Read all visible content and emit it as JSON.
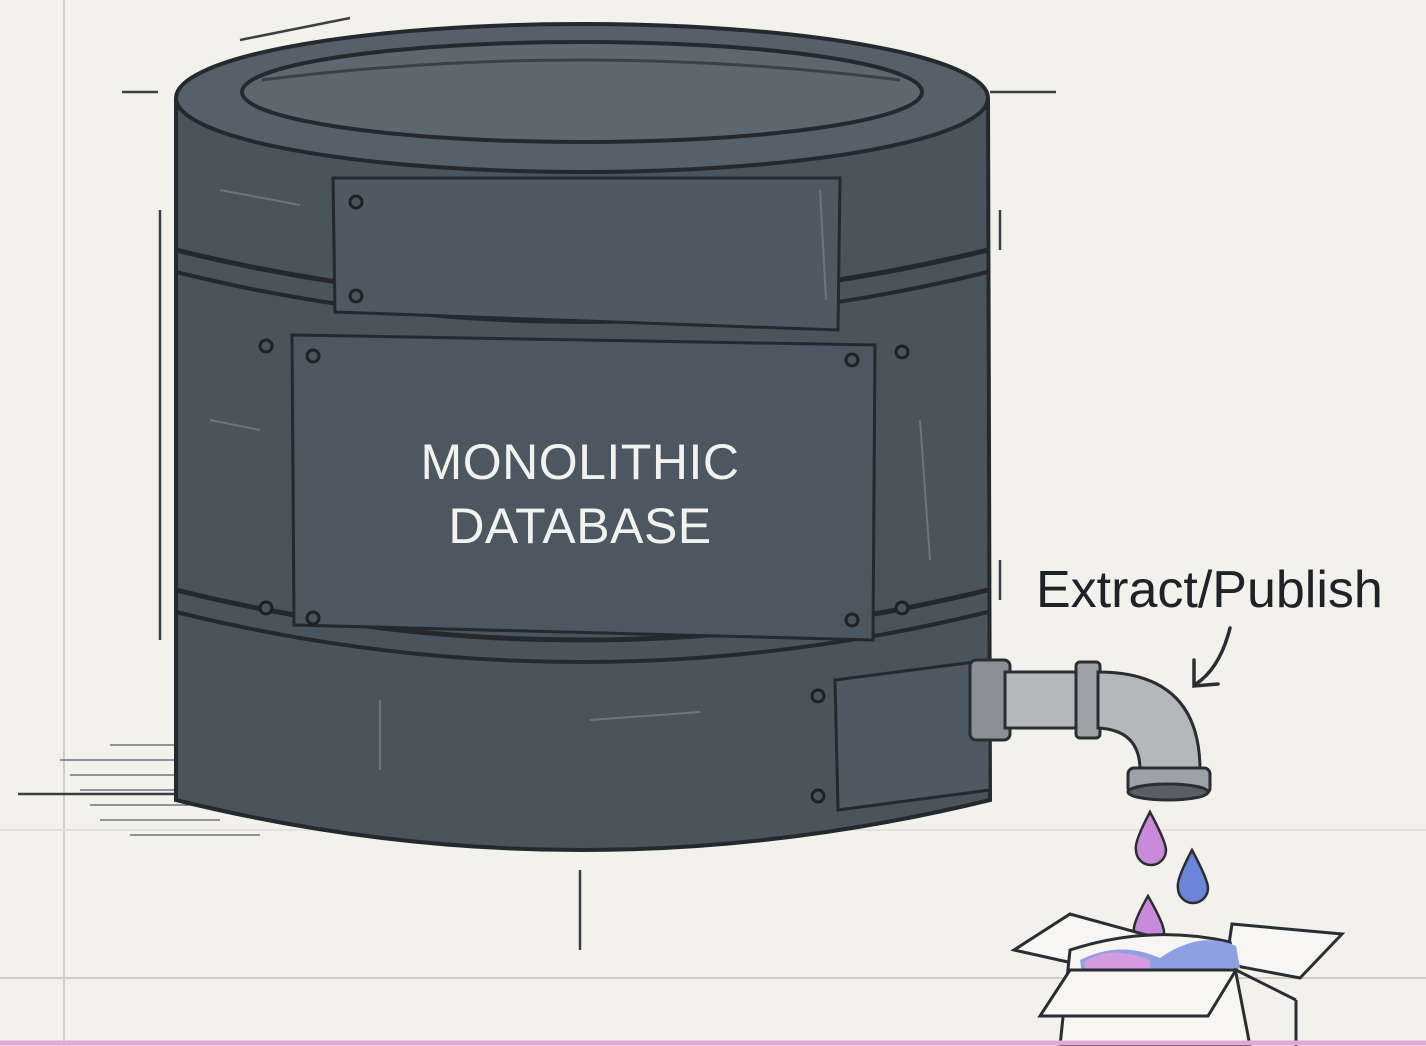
{
  "diagram": {
    "database_label_line1": "MONOLITHIC",
    "database_label_line2": "DATABASE",
    "action_label": "Extract/Publish"
  },
  "colors": {
    "background": "#f2f1ec",
    "barrel_body": "#4a545d",
    "barrel_outline": "#24292e",
    "pipe": "#a9adb0",
    "drop_pink": "#c98bd9",
    "drop_blue": "#6b86d8",
    "bottom_line": "#e4a9d9"
  },
  "icons": [
    "database-barrel-icon",
    "pipe-faucet-icon",
    "data-drop-icon",
    "open-box-icon",
    "curved-arrow-icon"
  ]
}
